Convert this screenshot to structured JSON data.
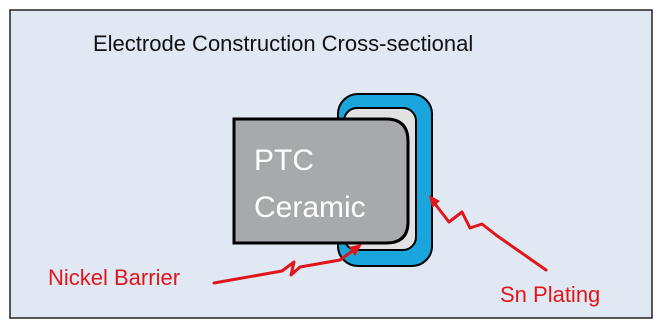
{
  "title": "Electrode Construction Cross-sectional",
  "labels": {
    "ptc_line1": "PTC",
    "ptc_line2": "Ceramic",
    "nickel_barrier": "Nickel Barrier",
    "sn_plating": "Sn Plating"
  },
  "colors": {
    "panel_background": "#dfe8f3",
    "ceramic_fill": "#a8a9ad",
    "nickel_fill": "#e2e2e2",
    "tin_fill": "#1aa6dc",
    "callout_color": "#e0161b",
    "label_white": "#ffffff",
    "title_color": "#111111"
  }
}
